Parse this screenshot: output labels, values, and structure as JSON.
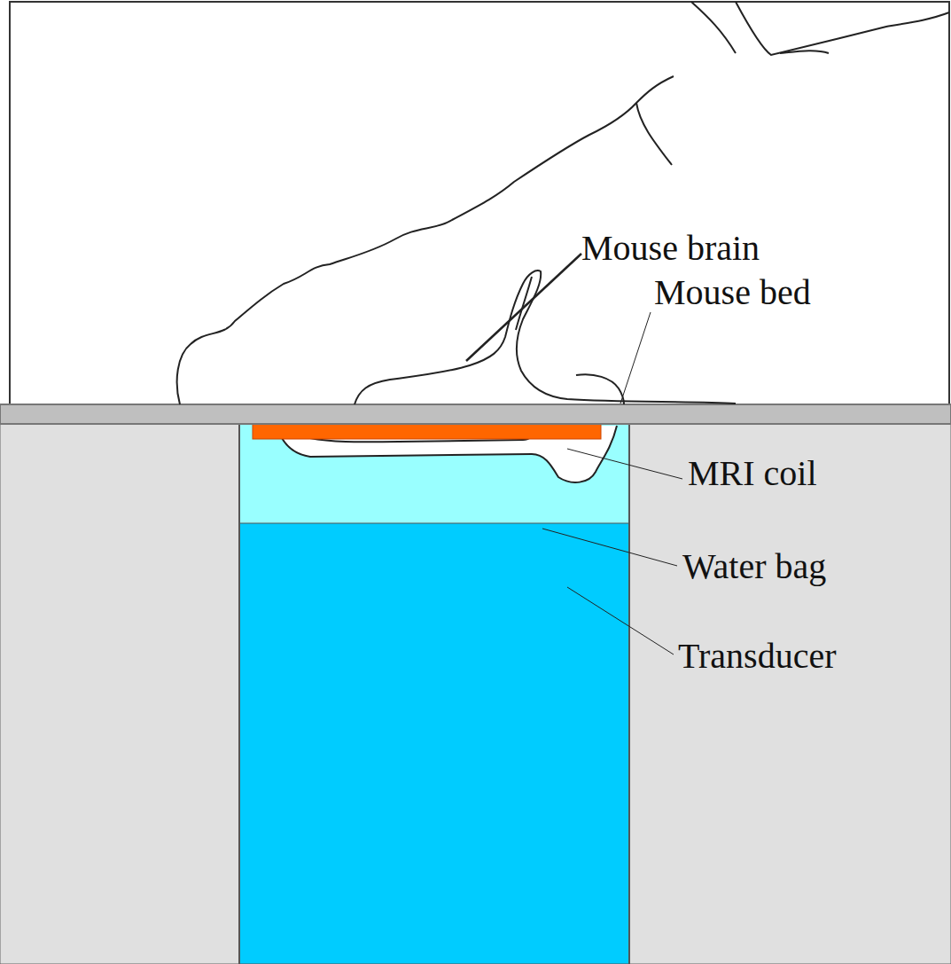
{
  "diagram": {
    "labels": [
      "Mouse brain",
      "Mouse bed",
      "MRI coil",
      "Water bag",
      "Transducer"
    ]
  }
}
